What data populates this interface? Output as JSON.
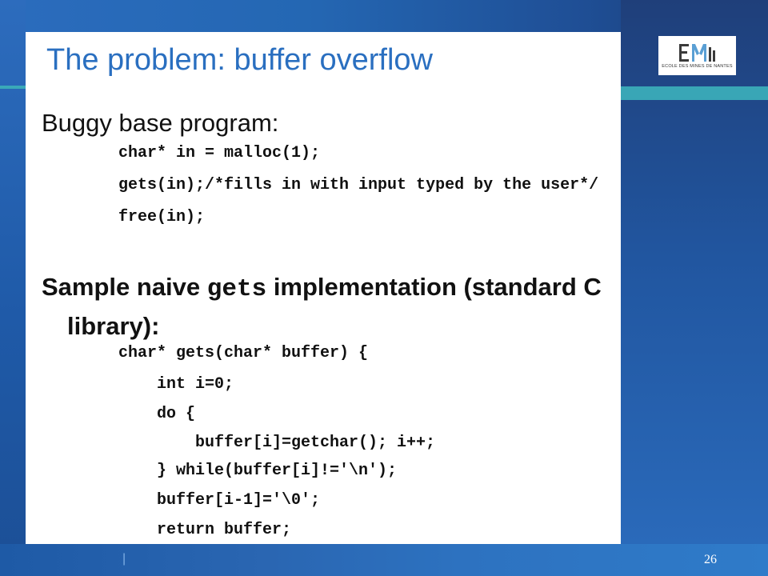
{
  "slide": {
    "title": "The problem: buffer overflow",
    "subtitle": "Buggy base program:",
    "code_block_1": [
      "char* in = malloc(1);",
      "gets(in);/*fills in with input typed by the user*/",
      "free(in);"
    ],
    "heading2": {
      "part1": "Sample naive ",
      "code_word": "gets",
      "part2": " implementation (standard C",
      "line2": "library):"
    },
    "code_block_2": [
      "char* gets(char* buffer) {",
      "int i=0;",
      "do {",
      "buffer[i]=getchar(); i++;",
      "} while(buffer[i]!='\\n');",
      "buffer[i-1]='\\0';",
      "return buffer;"
    ],
    "page_number": "26",
    "footer_mark": "|"
  },
  "logo": {
    "text": "ECOLE DES MINES DE NANTES"
  },
  "colors": {
    "title": "#2a6fc0",
    "accent_teal": "#39a6b6",
    "frame_blue": "#1d4f8c"
  }
}
